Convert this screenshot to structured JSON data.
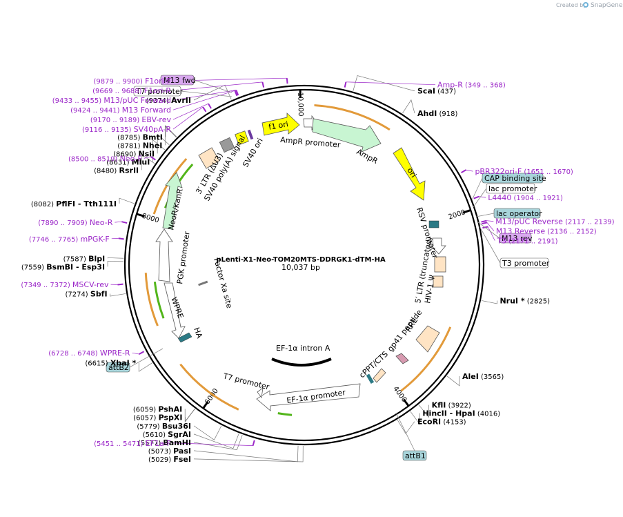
{
  "watermark": {
    "prefix": "Created by",
    "brand": "SnapGene",
    "logo_icon": "snapgene-logo-icon"
  },
  "plasmid": {
    "name": "pLenti-X1-Neo-TOM20MTS-DDRGK1-dTM-HA",
    "length_label": "10,037 bp",
    "length": 10037
  },
  "ticks": [
    {
      "pos": 2000,
      "label": "2000"
    },
    {
      "pos": 4000,
      "label": "4000"
    },
    {
      "pos": 6000,
      "label": "6000"
    },
    {
      "pos": 8000,
      "label": "8000"
    },
    {
      "pos": 10000,
      "label": "10,000"
    }
  ],
  "sites": [
    {
      "name": "ScaI",
      "pos": "(437)",
      "bp": 437,
      "side": "right"
    },
    {
      "name": "AhdI",
      "pos": "(918)",
      "bp": 918,
      "side": "right"
    },
    {
      "name": "NruI *",
      "pos": "(2825)",
      "bp": 2825,
      "side": "right"
    },
    {
      "name": "AleI",
      "pos": "(3565)",
      "bp": 3565,
      "side": "right"
    },
    {
      "name": "KflI",
      "pos": "(3922)",
      "bp": 3922,
      "side": "right"
    },
    {
      "name": "HincII  - HpaI",
      "pos": "(4016)",
      "bp": 4016,
      "side": "right"
    },
    {
      "name": "EcoRI",
      "pos": "(4153)",
      "bp": 4153,
      "side": "right"
    },
    {
      "name": "FseI",
      "pos": "(5029)",
      "bp": 5029,
      "side": "left"
    },
    {
      "name": "PasI",
      "pos": "(5073)",
      "bp": 5073,
      "side": "left"
    },
    {
      "name": "BamHI",
      "pos": "(5577)",
      "bp": 5577,
      "side": "left"
    },
    {
      "name": "SgrAI",
      "pos": "(5610)",
      "bp": 5610,
      "side": "left"
    },
    {
      "name": "Bsu36I",
      "pos": "(5779)",
      "bp": 5779,
      "side": "left"
    },
    {
      "name": "PspXI",
      "pos": "(6057)",
      "bp": 6057,
      "side": "left"
    },
    {
      "name": "PshAI",
      "pos": "(6059)",
      "bp": 6059,
      "side": "left"
    },
    {
      "name": "XbaI *",
      "pos": "(6615)",
      "bp": 6615,
      "side": "left"
    },
    {
      "name": "SbfI",
      "pos": "(7274)",
      "bp": 7274,
      "side": "left"
    },
    {
      "name": "BsmBI  - Esp3I",
      "pos": "(7559)",
      "bp": 7559,
      "side": "left"
    },
    {
      "name": "BlpI",
      "pos": "(7587)",
      "bp": 7587,
      "side": "left"
    },
    {
      "name": "PflFI  - Tth111I",
      "pos": "(8082)",
      "bp": 8082,
      "side": "left"
    },
    {
      "name": "RsrII",
      "pos": "(8480)",
      "bp": 8480,
      "side": "left"
    },
    {
      "name": "MluI",
      "pos": "(8631)",
      "bp": 8631,
      "side": "left"
    },
    {
      "name": "NsiI",
      "pos": "(8690)",
      "bp": 8690,
      "side": "left"
    },
    {
      "name": "NheI",
      "pos": "(8781)",
      "bp": 8781,
      "side": "left"
    },
    {
      "name": "BmtI",
      "pos": "(8785)",
      "bp": 8785,
      "side": "left"
    },
    {
      "name": "AvrII",
      "pos": "(9374)",
      "bp": 9374,
      "side": "left"
    }
  ],
  "primers": [
    {
      "name": "F1ori-F",
      "range": "(9879 .. 9900)",
      "bp": 9889,
      "side": "left"
    },
    {
      "name": "F1ori-R",
      "range": "(9669 .. 9688)",
      "bp": 9678,
      "side": "left"
    },
    {
      "name": "M13/pUC Forward",
      "range": "(9433 .. 9455)",
      "bp": 9444,
      "side": "left"
    },
    {
      "name": "M13 Forward",
      "range": "(9424 .. 9441)",
      "bp": 9432,
      "side": "left"
    },
    {
      "name": "EBV-rev",
      "range": "(9170 .. 9189)",
      "bp": 9180,
      "side": "left"
    },
    {
      "name": "SV40pA-R",
      "range": "(9116 .. 9135)",
      "bp": 9126,
      "side": "left"
    },
    {
      "name": "Neo-F",
      "range": "(8500 .. 8519)",
      "bp": 8510,
      "side": "left"
    },
    {
      "name": "Neo-R",
      "range": "(7890 .. 7909)",
      "bp": 7900,
      "side": "left"
    },
    {
      "name": "mPGK-F",
      "range": "(7746 .. 7765)",
      "bp": 7756,
      "side": "left"
    },
    {
      "name": "MSCV-rev",
      "range": "(7349 .. 7372)",
      "bp": 7360,
      "side": "left"
    },
    {
      "name": "WPRE-R",
      "range": "(6728 .. 6748)",
      "bp": 6738,
      "side": "left"
    },
    {
      "name": "EF1a-F",
      "range": "(5451 .. 5471)",
      "bp": 5461,
      "side": "left"
    },
    {
      "name": "Amp-R",
      "range": "(349 .. 368)",
      "bp": 358,
      "side": "right"
    },
    {
      "name": "pBR322ori-F",
      "range": "(1651 .. 1670)",
      "bp": 1660,
      "side": "right"
    },
    {
      "name": "L4440",
      "range": "(1904 .. 1921)",
      "bp": 1912,
      "side": "right"
    },
    {
      "name": "M13/pUC Reverse",
      "range": "(2117 .. 2139)",
      "bp": 2128,
      "side": "right"
    },
    {
      "name": "M13 Reverse",
      "range": "(2136 .. 2152)",
      "bp": 2144,
      "side": "right"
    },
    {
      "name": "T3",
      "range": "(2171 .. 2191)",
      "bp": 2181,
      "side": "right"
    }
  ],
  "boxes": [
    {
      "label": "M13 fwd",
      "style": "primer"
    },
    {
      "label": "T7 promoter",
      "style": "plain"
    },
    {
      "label": "CAP binding site",
      "style": "teal"
    },
    {
      "label": "lac promoter",
      "style": "plain"
    },
    {
      "label": "lac operator",
      "style": "teal"
    },
    {
      "label": "M13 rev",
      "style": "primer"
    },
    {
      "label": "T3 promoter",
      "style": "plain"
    },
    {
      "label": "attB2",
      "style": "teal"
    },
    {
      "label": "attB1",
      "style": "teal"
    }
  ],
  "features": [
    {
      "label": "f1 ori",
      "kind": "yellow-arrow"
    },
    {
      "label": "AmpR promoter",
      "kind": "white-arrow"
    },
    {
      "label": "AmpR",
      "kind": "green-arrow"
    },
    {
      "label": "ori",
      "kind": "yellow-arrow"
    },
    {
      "label": "RSV promoter",
      "kind": "white-arrow"
    },
    {
      "label": "5′ LTR (truncated)",
      "kind": "peach-box"
    },
    {
      "label": "HIV-1 Ψ",
      "kind": "peach-box"
    },
    {
      "label": "RRE",
      "kind": "peach-box"
    },
    {
      "label": "gp41 peptide",
      "kind": "pink-arrow"
    },
    {
      "label": "cPPT/CTS",
      "kind": "peach-box"
    },
    {
      "label": "EF-1α promoter",
      "kind": "white-arrow"
    },
    {
      "label": "T7 promoter",
      "kind": "white-arrow"
    },
    {
      "label": "EF-1α intron A",
      "kind": "black-arc"
    },
    {
      "label": "HA",
      "kind": "teal-box"
    },
    {
      "label": "WPRE",
      "kind": "white-arrow"
    },
    {
      "label": "Factor Xa site",
      "kind": "gray-mark"
    },
    {
      "label": "PGK promoter",
      "kind": "white-arrow"
    },
    {
      "label": "NeoR/KanR",
      "kind": "green-arrow"
    },
    {
      "label": "3′ LTR (ΔU3)",
      "kind": "peach-box"
    },
    {
      "label": "SV40 poly(A) signal",
      "kind": "gray-box"
    },
    {
      "label": "SV40 ori",
      "kind": "yellow-box"
    }
  ],
  "colors": {
    "primer": "#9b27c8",
    "backbone": "#000000",
    "orange_orf": "#e29a3a",
    "green_orf": "#52b51a",
    "yellow": "#ffff00",
    "mint": "#c8f5d2",
    "peach": "#ffe4c4",
    "teal": "#a8d4da"
  }
}
